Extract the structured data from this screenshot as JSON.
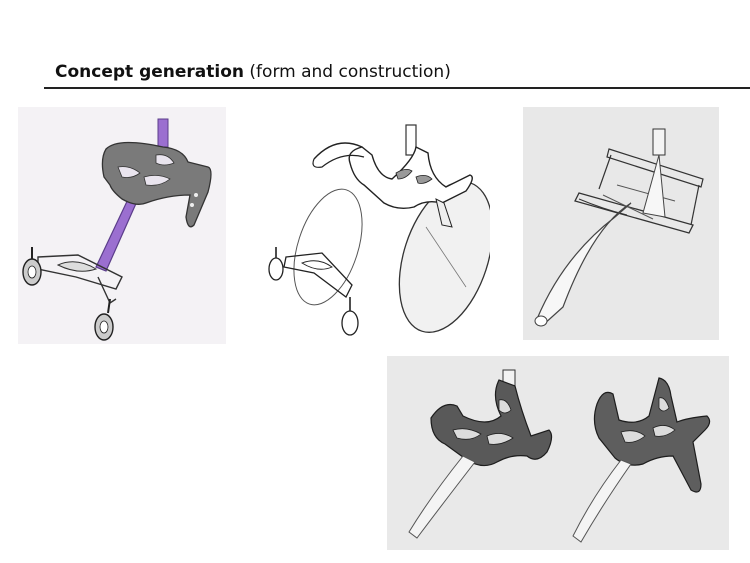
{
  "slide": {
    "title_bold": "Concept generation",
    "title_rest": " (form and construction)"
  },
  "sketches": [
    {
      "name": "sketch-colored-walker",
      "accent": "#8a5cc4"
    },
    {
      "name": "sketch-wheelchair-line"
    },
    {
      "name": "sketch-frame-construction"
    },
    {
      "name": "sketch-seat-shell-pair"
    }
  ],
  "colors": {
    "background": "#ffffff",
    "rule": "#222222",
    "panel_gray": "#e9e9e9",
    "shell_dark": "#5a5a5a"
  }
}
